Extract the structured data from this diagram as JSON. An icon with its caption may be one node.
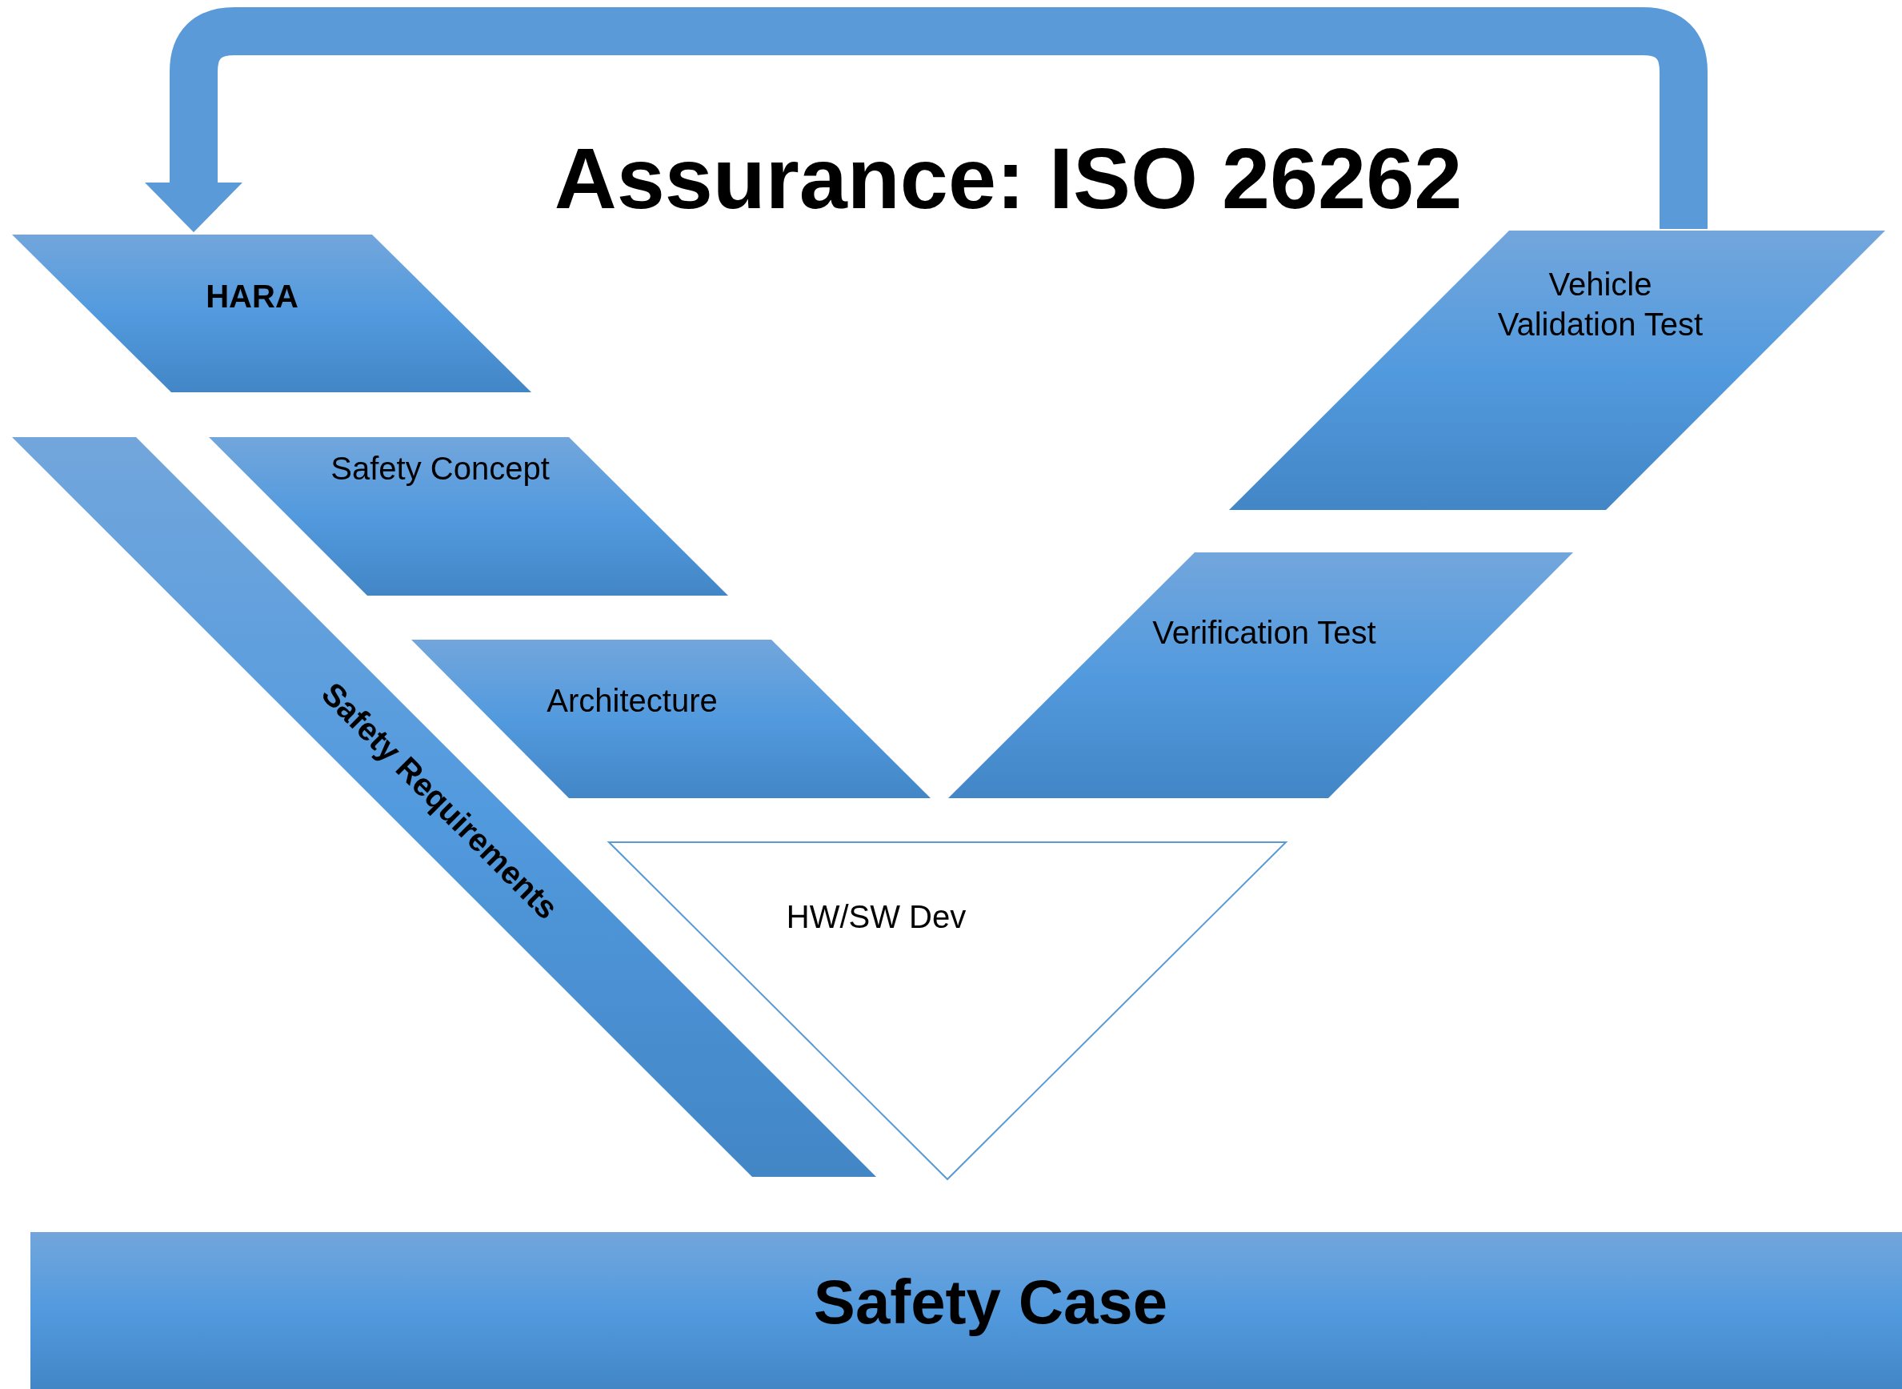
{
  "diagram": {
    "title": "Assurance: ISO 26262",
    "nodes": [
      {
        "text": [
          "HARA"
        ]
      },
      {
        "text": [
          "Safety Concept"
        ]
      },
      {
        "text": [
          "Architecture"
        ]
      },
      {
        "text": [
          "HW/SW Dev"
        ]
      },
      {
        "text": [
          "Verification Test"
        ]
      },
      {
        "text": [
          "Vehicle Validation Test"
        ]
      },
      {
        "text": [
          "Safety Requirements"
        ]
      },
      {
        "text": [
          "Safety Case"
        ]
      }
    ],
    "edges": [
      {
        "from": 5,
        "to": 0,
        "arrow": "to"
      }
    ]
  }
}
